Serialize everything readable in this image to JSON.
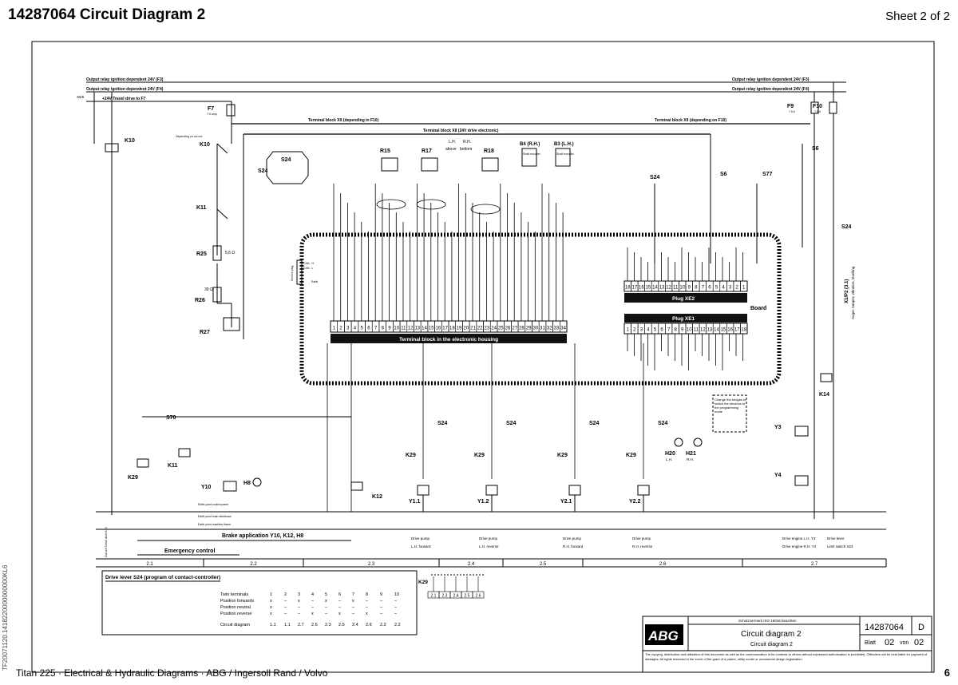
{
  "header": {
    "title": "14287064  Circuit Diagram 2",
    "sheet": "Sheet 2 of 2"
  },
  "footer": {
    "left": "Titan 225  ·  Electrical & Hydraulic Diagrams  ·  ABG / Ingersoll Rand / Volvo",
    "page": "6"
  },
  "side_code": "TF20071120.1418220000000000KL6",
  "rails": {
    "f3": "Output relay ignition dependent 24V (F3)",
    "f4": "Output relay ignition dependent 24V (F4)",
    "f3_right": "Output relay ignition dependent 24V (F3)",
    "f4_right": "Output relay ignition dependent 24V (F4)",
    "travel": "+24V  Travel drive to F7",
    "x9_left": "Terminal block X9 (depending in F10)",
    "x9_right": "Terminal block X9 (depending on F10)",
    "x8": "Terminal block X8 (24V drive electronic)"
  },
  "fuses": {
    "f7": "F7",
    "f7_rating": "7.5 amp",
    "f9": "F9",
    "f10": "F10",
    "f_rating": "7.5 A"
  },
  "components": {
    "k10": "K10",
    "k11": "K11",
    "k12": "K12",
    "k14": "K14",
    "k29": "K29",
    "r15": "R15",
    "r17": "R17",
    "r18": "R18",
    "r25": "R25",
    "r26": "R26",
    "r27": "R27",
    "s24": "S24",
    "s6": "S6",
    "s77": "S77",
    "s70": "S70",
    "b4": "B4 (R.H.)",
    "b3": "B3 (L.H.)",
    "shaft_encoder": "Shaft encoder",
    "y10": "Y10",
    "h8": "H8",
    "y3": "Y3",
    "y4": "Y4",
    "h20": "H20",
    "h21": "H21",
    "y11": "Y1.1",
    "y12": "Y1.2",
    "y21": "Y2.1",
    "y22": "Y2.2",
    "r25_value": "5,6 Ω",
    "r26_value": "39 Ω",
    "depending": "Depending on cut out",
    "lh_above": "above",
    "lh_bottom": "bottom",
    "lh": "L.H.",
    "rh": "R.H.",
    "service_plug": "Service plug",
    "can_h": "CAN - H",
    "can_l": "CAN - L",
    "earth": "Earth",
    "board": "Board",
    "plug_xe2": "Plug XE2",
    "plug_xe1": "Plug XE1",
    "terminal_block": "Terminal block in the electronic housing",
    "bridge_note": "Change the bridges to switch the electrics to the programming mode",
    "earth_point_panel": "Earth point control panel",
    "earth_point_main": "Earth point main distributor",
    "earth_point_frame": "Earth point machine frame",
    "auger": "Auger, tamper, vibration, levelling",
    "xivp2": "X1/P2 (3.1)",
    "x5_label": "X5/5"
  },
  "terminal_numbers": [
    "1",
    "2",
    "3",
    "4",
    "5",
    "6",
    "7",
    "8",
    "9",
    "10",
    "11",
    "12",
    "13",
    "14",
    "15",
    "16",
    "17",
    "18",
    "19",
    "20",
    "21",
    "22",
    "23",
    "24",
    "25",
    "26",
    "27",
    "28",
    "29",
    "30",
    "31",
    "32",
    "33",
    "34"
  ],
  "xe2_numbers": [
    "18",
    "17",
    "16",
    "15",
    "14",
    "13",
    "12",
    "11",
    "10",
    "9",
    "8",
    "7",
    "6",
    "5",
    "4",
    "3",
    "2",
    "1"
  ],
  "xe1_numbers": [
    "1",
    "2",
    "3",
    "4",
    "5",
    "6",
    "7",
    "8",
    "9",
    "10",
    "11",
    "12",
    "13",
    "14",
    "15",
    "16",
    "17",
    "18"
  ],
  "functions": {
    "brake": "Brake application Y10, K12, H8",
    "emergency": "Emergency control",
    "cutoff": "Cut-out Travel drive K10",
    "pump1": "Drive pump",
    "pump1b": "L.H. forward",
    "pump2": "Drive pump",
    "pump2b": "L.H. reverse",
    "pump3": "Drive pump",
    "pump3b": "R.H. forward",
    "pump4": "Drive pump",
    "pump4b": "R.H. reverse",
    "engine1": "Drive engine L.H. Y3",
    "engine2": "Drive engine R.H. Y4",
    "lever1": "Drive lever",
    "lever2": "Limit switch S24"
  },
  "sections": [
    "2.1",
    "2.2",
    "2.3",
    "2.4",
    "2.5",
    "2.6",
    "2.7"
  ],
  "program_table": {
    "title": "Drive lever S24 (program of contact-controller)",
    "rows": [
      [
        "Twin terminals",
        "1",
        "2",
        "3",
        "4",
        "5",
        "6",
        "7",
        "8",
        "9",
        "10"
      ],
      [
        "Position forwards",
        "x",
        "–",
        "x",
        "–",
        "x",
        "–",
        "x",
        "–",
        "–",
        "–"
      ],
      [
        "Position neutral",
        "x",
        "–",
        "–",
        "–",
        "–",
        "–",
        "–",
        "–",
        "–",
        "–"
      ],
      [
        "Position reverse",
        "x",
        "–",
        "–",
        "x",
        "–",
        "x",
        "–",
        "x",
        "–",
        "–"
      ],
      [
        "Circuit diagram",
        "1.1",
        "1.1",
        "2.7",
        "2.6",
        "2.3",
        "2.5",
        "2.4",
        "2.6",
        "2.2",
        "2.2"
      ]
    ]
  },
  "mini_k29": {
    "label": "K29",
    "refs": [
      "2.1",
      "2.3",
      "2.4",
      "2.5",
      "2.6"
    ]
  },
  "titleblock": {
    "logo": "ABG",
    "protect": "Schutzvermerk ISO 16016 beachten",
    "number": "14287064",
    "rev": "D",
    "title": "Circuit diagram 2",
    "subtitle": "Circuit diagram 2",
    "blatt": "Blatt",
    "sheet_no": "02",
    "von": "von",
    "sheet_total": "02",
    "notice": "The copying, distribution and utilization of this document as well as the communication of its contents to others without expressed authorization is prohibited. Offenders will be held liable for payment of damages. All rights reserved in the event of the grant of a patent, utility model or ornamental design registration."
  }
}
